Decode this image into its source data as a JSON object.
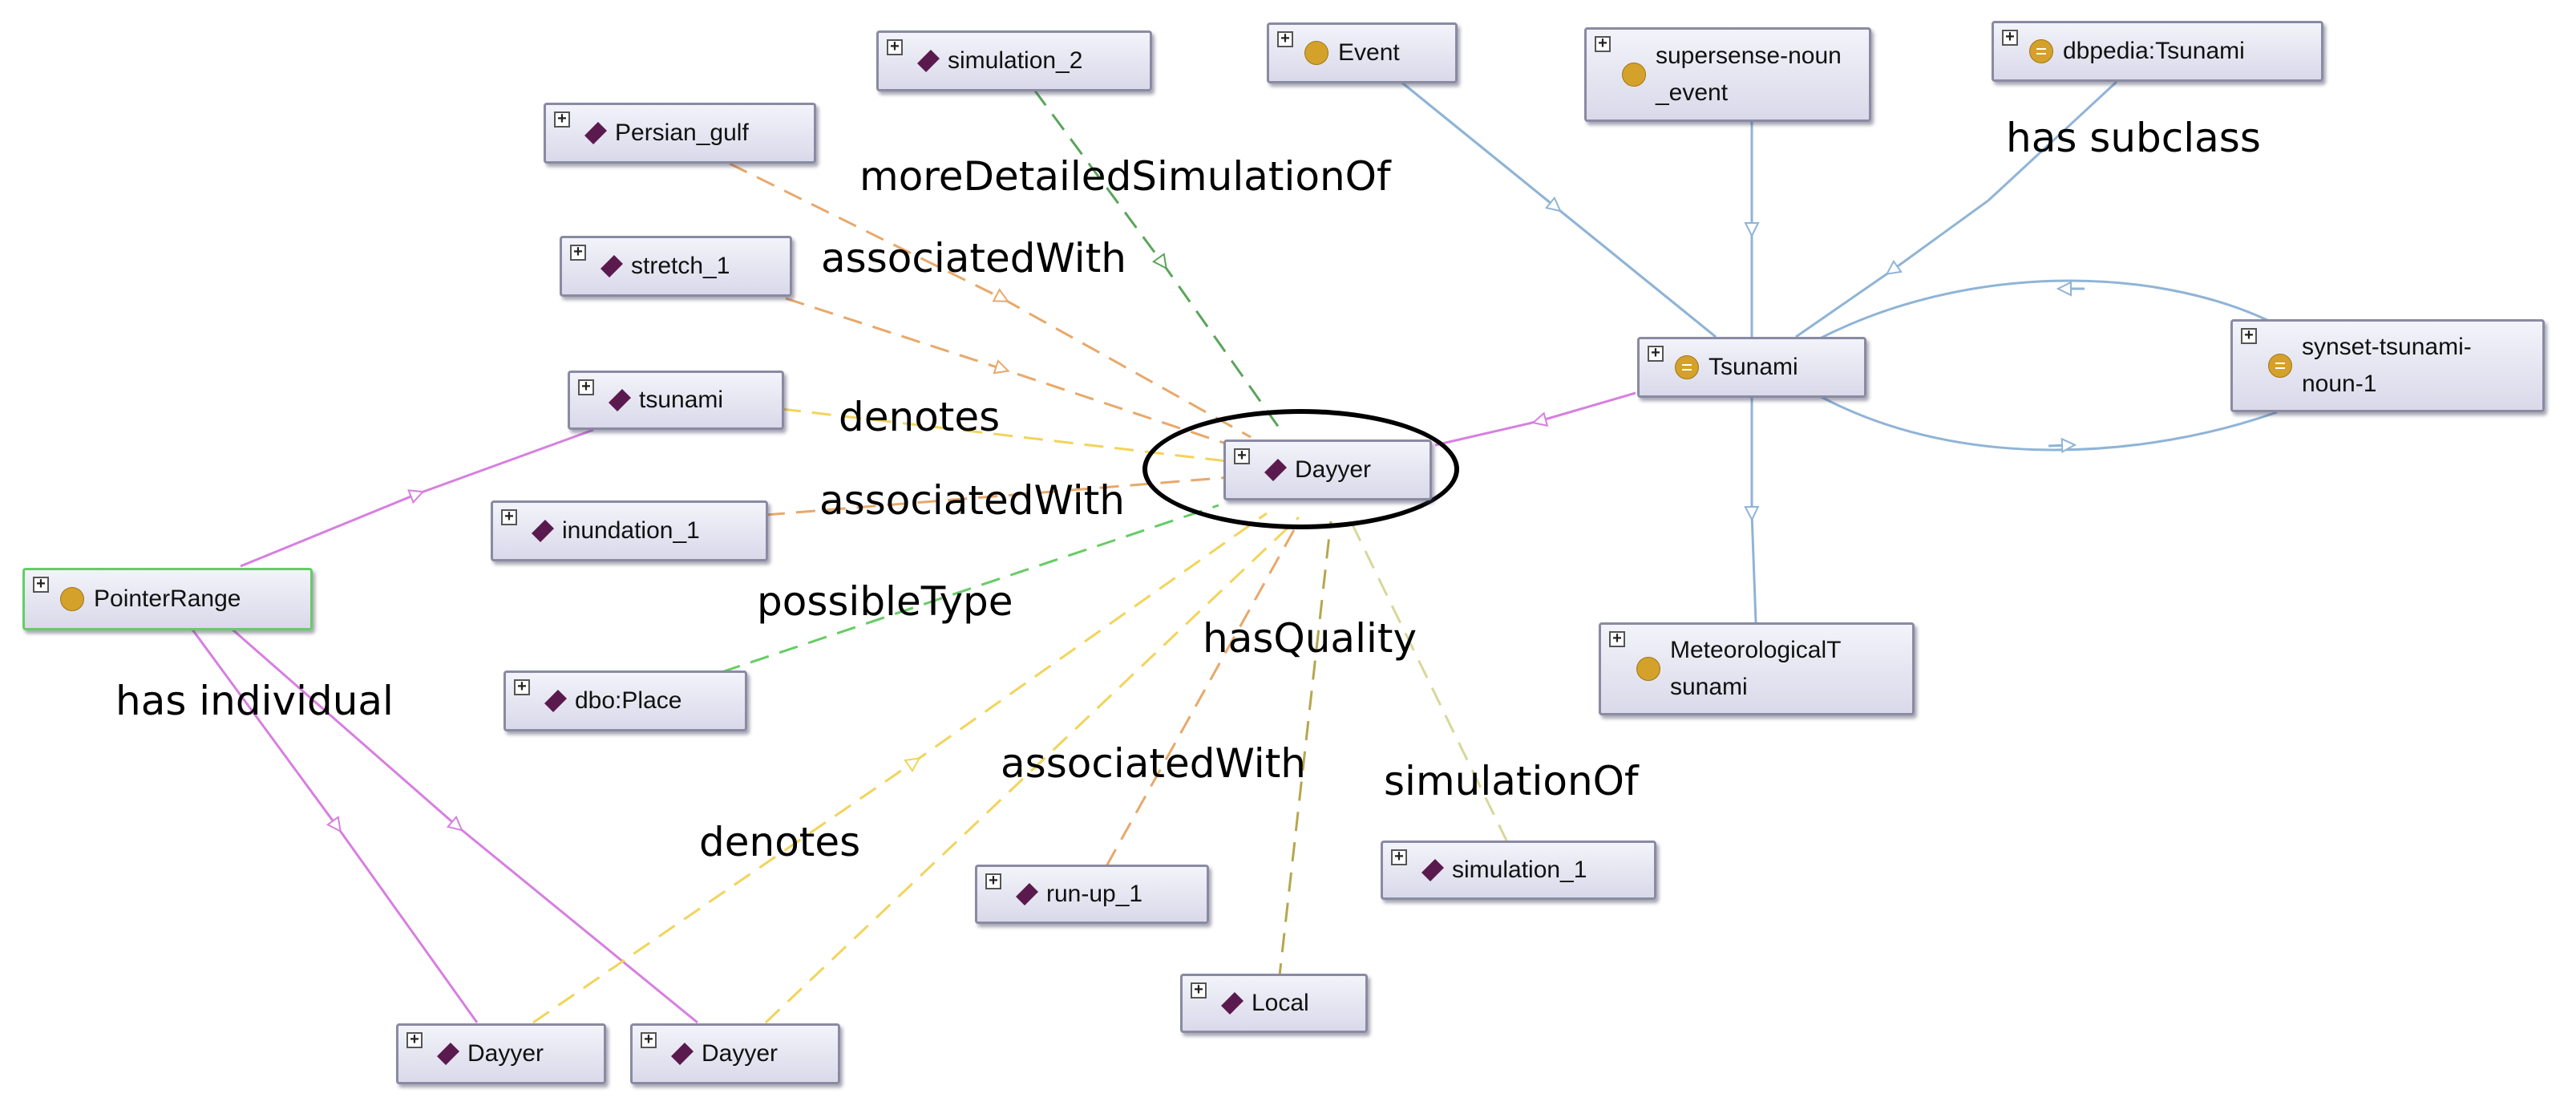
{
  "nodes": [
    {
      "id": "simulation_2",
      "label": "simulation_2",
      "kind": "individual"
    },
    {
      "id": "persian_gulf",
      "label": "Persian_gulf",
      "kind": "individual"
    },
    {
      "id": "stretch_1",
      "label": "stretch_1",
      "kind": "individual"
    },
    {
      "id": "tsunami_ind",
      "label": "tsunami",
      "kind": "individual"
    },
    {
      "id": "inundation_1",
      "label": "inundation_1",
      "kind": "individual"
    },
    {
      "id": "pointerrange",
      "label": "PointerRange",
      "kind": "class",
      "selected": true
    },
    {
      "id": "dbo_place",
      "label": "dbo:Place",
      "kind": "individual"
    },
    {
      "id": "dayyer_center",
      "label": "Dayyer",
      "kind": "individual"
    },
    {
      "id": "event",
      "label": "Event",
      "kind": "class"
    },
    {
      "id": "supersense",
      "label": "supersense-noun\n_event",
      "kind": "class"
    },
    {
      "id": "dbpedia_tsunami",
      "label": "dbpedia:Tsunami",
      "kind": "equivalent"
    },
    {
      "id": "tsunami_class",
      "label": "Tsunami",
      "kind": "equivalent"
    },
    {
      "id": "synset",
      "label": "synset-tsunami-\nnoun-1",
      "kind": "equivalent"
    },
    {
      "id": "meteorological",
      "label": "MeteorologicalT\nsunami",
      "kind": "class"
    },
    {
      "id": "run_up_1",
      "label": "run-up_1",
      "kind": "individual"
    },
    {
      "id": "simulation_1",
      "label": "simulation_1",
      "kind": "individual"
    },
    {
      "id": "local",
      "label": "Local",
      "kind": "individual"
    },
    {
      "id": "dayyer_left",
      "label": "Dayyer",
      "kind": "individual"
    },
    {
      "id": "dayyer_right",
      "label": "Dayyer",
      "kind": "individual"
    }
  ],
  "edge_labels": [
    {
      "id": "lbl_more_detailed",
      "text": "moreDetailedSimulationOf"
    },
    {
      "id": "lbl_assoc_1",
      "text": "associatedWith"
    },
    {
      "id": "lbl_denotes_1",
      "text": "denotes"
    },
    {
      "id": "lbl_assoc_2",
      "text": "associatedWith"
    },
    {
      "id": "lbl_possible_type",
      "text": "possibleType"
    },
    {
      "id": "lbl_has_quality",
      "text": "hasQuality"
    },
    {
      "id": "lbl_assoc_3",
      "text": "associatedWith"
    },
    {
      "id": "lbl_simulation_of",
      "text": "simulationOf"
    },
    {
      "id": "lbl_denotes_2",
      "text": "denotes"
    },
    {
      "id": "lbl_has_individual",
      "text": "has individual"
    },
    {
      "id": "lbl_has_subclass",
      "text": "has subclass"
    }
  ],
  "colors": {
    "subclass_edge": "#8fb4d6",
    "individual_edge": "#d77fe0",
    "denotes_edge": "#f2d45a",
    "associated_edge": "#e8a86a",
    "more_detailed_edge": "#5aa55a",
    "possible_type_edge": "#66cc66",
    "has_quality_edge": "#b7a64e",
    "simulation_of_edge": "#d9d79a",
    "individual_icon": "#5b1a4e",
    "class_icon": "#d4a12a"
  },
  "icons": {
    "individual": "diamond-icon",
    "class": "circle-icon",
    "equivalent": "equivalent-circle-icon",
    "expand": "plus-icon"
  }
}
